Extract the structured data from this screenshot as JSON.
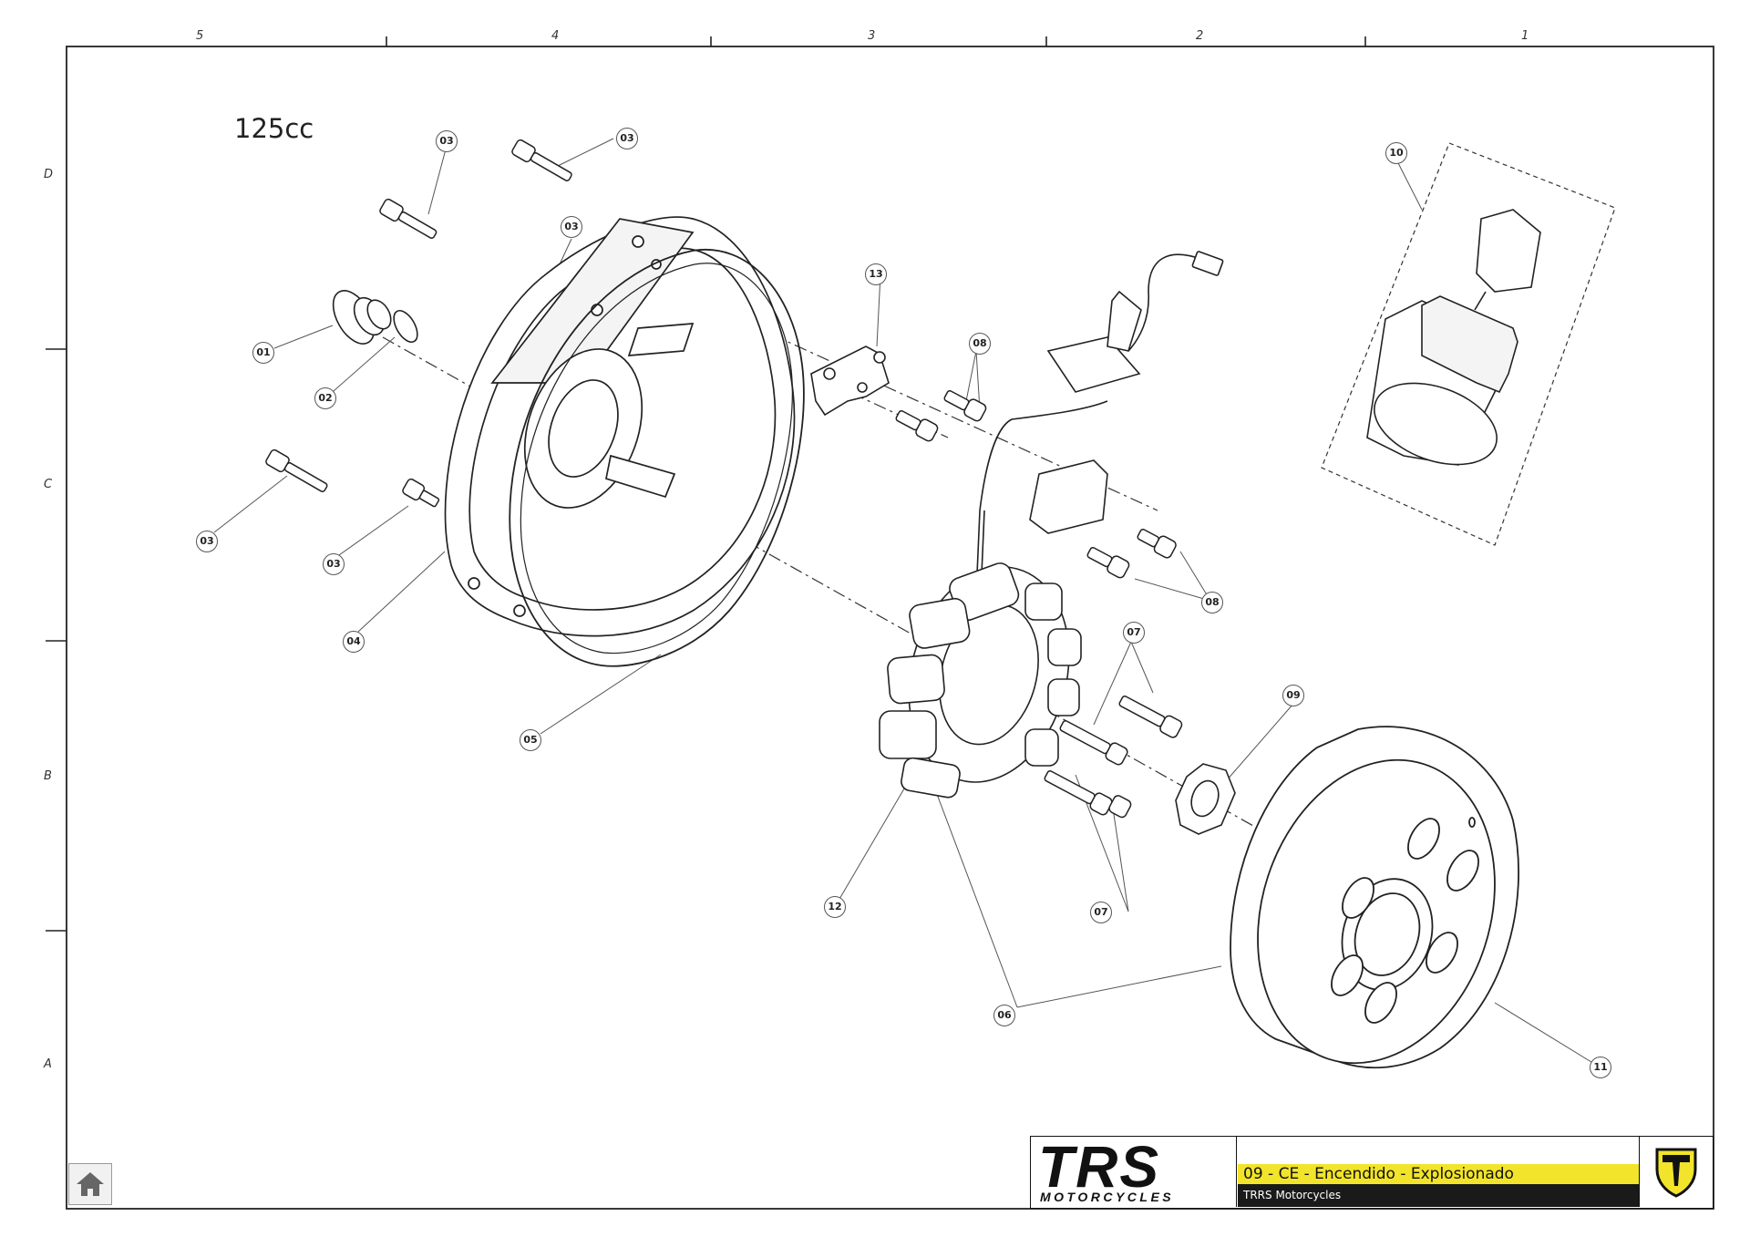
{
  "sheet": {
    "columns": [
      "5",
      "4",
      "3",
      "2",
      "1"
    ],
    "rows": [
      "D",
      "C",
      "B",
      "A"
    ],
    "model_label": "125cc"
  },
  "callouts": [
    {
      "id": "c-01",
      "label": "01"
    },
    {
      "id": "c-02",
      "label": "02"
    },
    {
      "id": "c-03a",
      "label": "03"
    },
    {
      "id": "c-03b",
      "label": "03"
    },
    {
      "id": "c-03c",
      "label": "03"
    },
    {
      "id": "c-03d",
      "label": "03"
    },
    {
      "id": "c-03e",
      "label": "03"
    },
    {
      "id": "c-04",
      "label": "04"
    },
    {
      "id": "c-05",
      "label": "05"
    },
    {
      "id": "c-06",
      "label": "06"
    },
    {
      "id": "c-07a",
      "label": "07"
    },
    {
      "id": "c-07b",
      "label": "07"
    },
    {
      "id": "c-08a",
      "label": "08"
    },
    {
      "id": "c-08b",
      "label": "08"
    },
    {
      "id": "c-09",
      "label": "09"
    },
    {
      "id": "c-10",
      "label": "10"
    },
    {
      "id": "c-11",
      "label": "11"
    },
    {
      "id": "c-12",
      "label": "12"
    },
    {
      "id": "c-13",
      "label": "13"
    }
  ],
  "title_block": {
    "logo_text": "TRS",
    "logo_subtext": "MOTORCYCLES",
    "title": "09 - CE - Encendido - Explosionado",
    "company": "TRRS Motorcycles",
    "accent_color": "#f1e42a"
  },
  "home": {
    "icon": "home-icon"
  }
}
